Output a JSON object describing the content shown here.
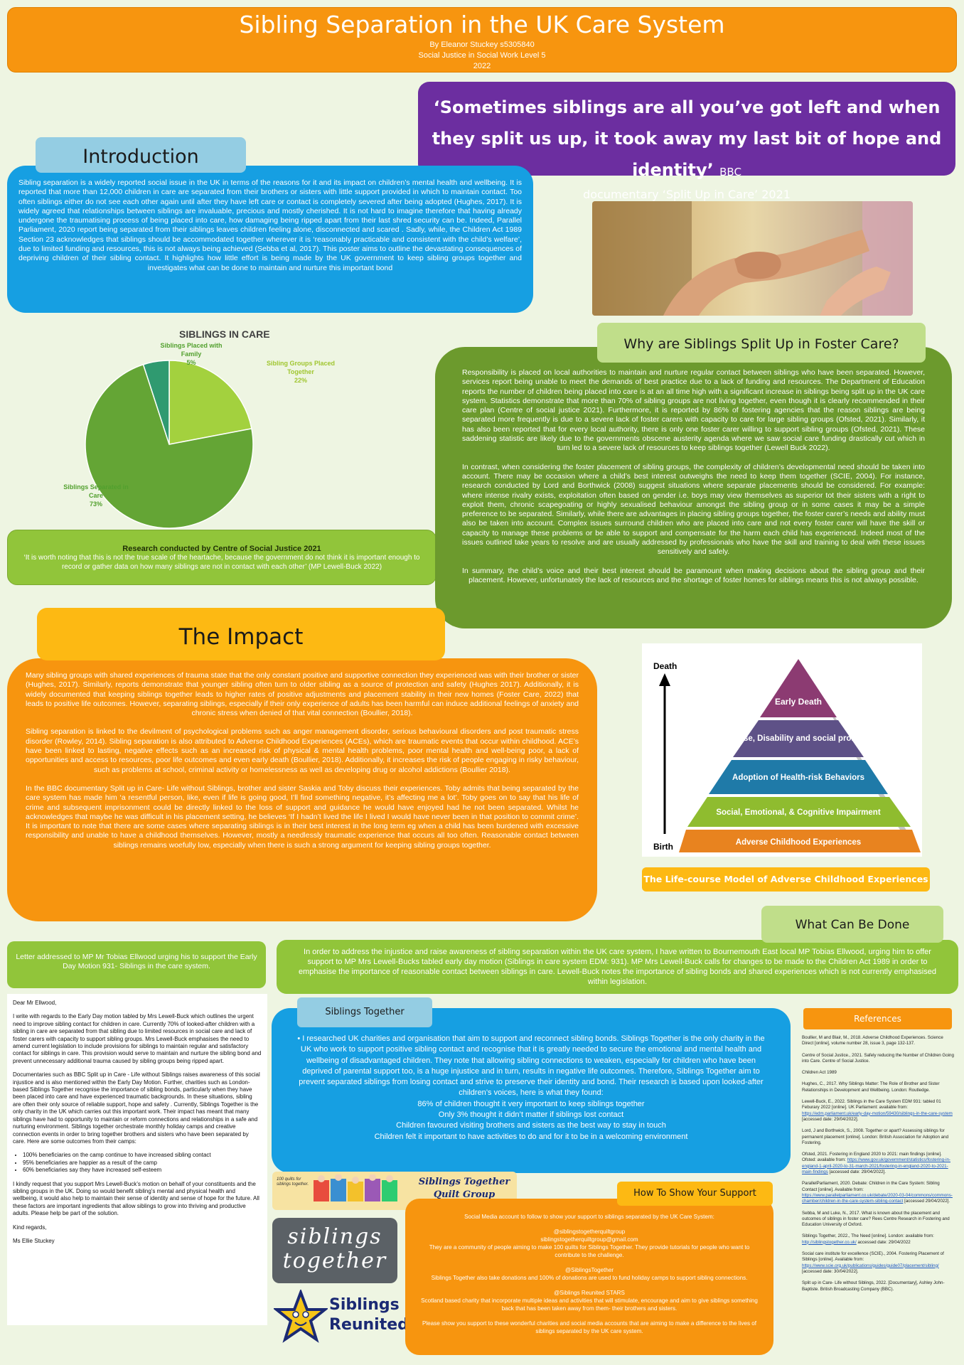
{
  "header": {
    "title": "Sibling Separation in  the UK Care System",
    "author": "By Eleanor Stuckey s5305840",
    "module": "Social Justice in Social Work Level 5",
    "year": "2022"
  },
  "quote": {
    "text": "‘Sometimes siblings are all you’ve got left and when they split us up, it took away my last bit of hope and identity’",
    "source_prefix": "BBC",
    "source": "documentary ‘Split Up in Care’ 2021"
  },
  "introduction": {
    "heading": "Introduction",
    "body": "Sibling separation is a widely reported social issue in the UK in terms of the reasons for it and its impact on children’s mental health and wellbeing.  It is reported that more than 12,000 children in care are separated from their brothers or sisters with little support provided in which to maintain contact. Too often siblings either do not see each other again until after they have left care or contact is completely severed after being adopted (Hughes, 2017).  It is widely agreed that relationships between siblings are invaluable, precious and mostly cherished.  It is not hard to imagine therefore that having already undergone the traumatising process of being placed into care, how damaging being ripped apart from their last shred security can be.  Indeed, Parallel Parliament, 2020 report being separated from their siblings leaves children feeling alone, disconnected and scared .  Sadly, while, the Children Act 1989 Section 23 acknowledges that siblings should be accommodated together wherever it is ‘reasonably practicable and consistent with the child’s welfare’, due to limited funding and resources, this is not always being achieved (Sebba et al, 2017). This poster aims to outline the devastating consequences of depriving children of their sibling contact.  It highlights how little effort is being made by the UK government to keep sibling groups together and investigates what can be done to maintain and nurture this important bond"
  },
  "chart_data": {
    "type": "pie",
    "title": "SIBLINGS IN CARE",
    "labels": [
      "Sibling Groups Placed Together",
      "Siblings Separated in Care",
      "Siblings Placed with Family"
    ],
    "values": [
      22,
      73,
      5
    ],
    "value_labels": [
      "22%",
      "73%",
      "5%"
    ],
    "colors": [
      "#a3d13e",
      "#64a535",
      "#2f9a70"
    ]
  },
  "research": {
    "title": "Research conducted by Centre of Social Justice 2021",
    "quote": "‘It is worth noting that this is not the true scale of the heartache, because the government do not think it is important enough to record or gather data on how many siblings are not in contact with each other’ (MP Lewell-Buck 2022)"
  },
  "why": {
    "heading": "Why are Siblings Split Up in Foster Care?",
    "paragraphs": [
      "Responsibility is placed on local authorities to maintain and nurture regular contact between siblings who have been separated. However, services report being unable to meet the demands of best practice due to a lack of funding and resources.  The Department of Education reports the number of children being placed into care is at an all time high with a significant increase in siblings being split up in the UK care system. Statistics demonstrate that more than 70% of sibling groups are not living together, even though it is clearly recommended in their care plan (Centre of social justice 2021). Furthermore, it is reported by 86% of fostering agencies that the reason siblings are being separated more frequently is due to a severe lack of foster carers with capacity to care for large sibling groups (Ofsted, 2021).  Similarly, it has also been reported that for every local authority, there is only one foster carer willing to support sibling groups (Ofsted, 2021).  These saddening statistic are likely due to the governments obscene austerity agenda where we saw social care funding drastically cut which in turn led to a severe lack of resources to keep siblings together (Lewell Buck 2022).",
      "In contrast, when considering the foster placement of sibling groups, the complexity of children’s developmental need should be taken into account.  There may be occasion where a child’s best interest outweighs the need to keep them together (SCIE, 2004). For instance, research conducted by Lord and Borthwick (2008) suggest situations where separate placements should be considered.  For example: where intense rivalry exists, exploitation often based on gender i.e. boys may view themselves as superior tot their sisters with a right to exploit them, chronic scapegoating or highly sexualised behaviour amongst the sibling group or in some cases it may be a simple preference to be separated.  Similarly, while there are advantages in placing sibling groups together, the foster carer’s needs and ability must also be taken into account.  Complex issues surround children who are placed into care and not every foster carer will have the skill or capacity to manage these problems or be able to support and compensate for the harm each child has experienced.   Indeed most of the issues outlined take years to resolve and are usually addressed by professionals who have the skill and training to deal with these issues sensitively and safely.",
      "In summary, the child’s voice and their best interest should be paramount when making decisions about the sibling group and their placement.  However, unfortunately the lack of resources and the shortage of foster homes for siblings means this is not always possible."
    ]
  },
  "impact": {
    "heading": "The Impact",
    "paragraphs": [
      "Many sibling groups with shared experiences of trauma state that the only constant positive and supportive connection they experienced was with their brother or sister (Hughes, 2017). Similarly, reports demonstrate that younger sibling often turn to older sibling as a source of protection and safety (Hughes 2017).  Additionally, it is widely documented that keeping siblings together leads to higher rates of positive adjustments and placement stability in their new homes (Foster Care, 2022) that leads to positive life outcomes.  However, separating siblings, especially if their only experience of adults has been harmful can induce additional feelings of anxiety and chronic stress when denied of that vital connection (Boullier, 2018).",
      "Sibling separation is linked to the devilment of psychological problems such as anger management disorder, serious behavioural disorders and post traumatic stress disorder (Rowley, 2014). Sibling separation is also attributed to Adverse Childhood Experiences (ACEs), which are traumatic events that occur within childhood.  ACE’s have been linked to lasting, negative effects such as an increased risk of physical & mental health problems, poor mental health and well-being poor, a lack of opportunities and access to resources, poor life outcomes and even early death (Boullier, 2018). Additionally, it increases the risk of people engaging in risky behaviour, such as problems at school, criminal activity or homelessness  as well as developing drug or alcohol addictions (Boullier 2018).",
      "In the BBC documentary Split up in Care- Life without Siblings, brother and sister Saskia and Toby discuss their experiences.  Toby admits that being separated by the care system has made him ‘a resentful person, like, even if life is going good, I’ll find something negative, it’s affecting me a lot’.  Toby goes on to say that his life of crime and subsequent imprisonment could be directly linked to the loss of support and guidance he would have enjoyed had he not been separated.  Whilst he acknowledges that maybe he was difficult in his placement setting, he believes ‘If I hadn’t lived the life I lived I would have never been in that position to commit crime’.  It is important to note that there are some cases where separating siblings is in their best interest in the long term eg when a child has been burdened with excessive responsibility and unable to have a childhood themselves.  However, mostly a needlessly traumatic experience  that occurs all too often.  Reasonable contact between siblings remains woefully low, especially when there is such a strong argument for keeping sibling groups together."
    ]
  },
  "pyramid": {
    "top_label": "Death",
    "bottom_label": "Birth",
    "levels": [
      "Early Death",
      "Disease, Disability and social problems",
      "Adoption of Health-risk Behaviors",
      "Social, Emotional, & Cognitive Impairment",
      "Adverse Childhood Experiences"
    ],
    "colors": [
      "#8c3b72",
      "#5e5187",
      "#1f7aa8",
      "#8fbc2f",
      "#e8831f"
    ],
    "caption": "The Life-course Model of Adverse Childhood Experiences"
  },
  "what_can_be_done": {
    "heading": "What Can Be Done",
    "body": "In order to address the injustice and raise awareness of sibling separation within the UK care system, I have written to Bournemouth East local MP Tobias Ellwood, urging him to offer support to MP Mrs Lewell-Bucks tabled early day motion (Siblings in care system EDM: 931).  MP Mrs Lewell-Buck calls for changes to be made to the Children Act 1989 in order to emphasise the importance of reasonable contact between siblings in care.  Lewell-Buck notes the importance of sibling bonds and shared experiences which is not currently emphasised within legislation."
  },
  "letter": {
    "caption": "Letter addressed to MP Mr Tobias Ellwood urging his to support the Early Day Motion 931- Siblings in the care system.",
    "salutation": "Dear Mr Ellwood,",
    "paragraphs": [
      "I write with regards to the Early Day motion tabled by Mrs Lewell-Buck which outlines the urgent need to improve sibling contact for children in care.  Currently 70% of looked-after children with a sibling in care are  separated from that sibling due to limited resources in social care and lack of foster carers with capacity to support sibling groups.  Mrs Lewell-Buck emphasises the need to amend current legislation to include provisions for siblings to maintain regular and satisfactory contact for siblings in care.  This provision would serve to maintain and nurture the sibling bond and prevent unnecessary additional trauma caused by sibling groups being  ripped apart.",
      "Documentaries such as BBC Split up in Care - Life without Siblings raises awareness of this social injustice and is also mentioned  within the Early Day Motion.  Further,  charities such as London-based Siblings Together recognise the importance of sibling bonds, particularly when they have been placed into care and have experienced traumatic backgrounds.  In these situations,  sibling are often their only source of reliable support, hope and safety .  Currently, Siblings Together is the only charity in the UK which carries out this important work.  Their impact has meant that many siblings have had to opportunity  to maintain or reform connections and relationships in a safe and nurturing environment.  Siblings together orchestrate monthly holiday camps and creative connection events in order to bring together brothers and sisters who have been separated by care. Here are some outcomes from their camps:"
    ],
    "bullets": [
      "100% beneficiaries on the camp continue to have increased sibling contact",
      "95% beneficiaries are happier as a result of the camp",
      "60% beneficiaries say they have increased self-esteem"
    ],
    "closing_paragraph": "I kindly request that you support Mrs Lewell-Buck’s motion on behalf of your constituents and the sibling groups in the UK.  Doing so would benefit sibling’s mental and physical health and wellbeing, it would also help to maintain their sense of identity and sense of hope for the future.  All these factors are important ingredients that allow siblings to grow into thriving and productive adults.  Please help be part of the solution.",
    "signoff": "Kind regards,",
    "signature": "Ms Ellie Stuckey"
  },
  "siblings_together": {
    "heading": "Siblings Together",
    "bullet": "•",
    "lines": [
      "I researched UK charities and organisation that aim to support and reconnect sibling bonds.  Siblings Together is the only charity in the UK who work to support positive sibling contact and recognise that it is greatly needed to secure the emotional and mental health and wellbeing of disadvantaged children.  They note that allowing sibling connections to weaken, especially for children who have been deprived of parental support too, is a huge injustice and in turn, results in negative life outcomes.  Therefore, Siblings Together aim to prevent separated siblings from losing contact and strive to preserve  their identity and bond.  Their research is based upon looked-after children’s voices, here is what they found:",
      "86% of children thought it very important to keep siblings together",
      "Only 3% thought it didn’t matter if siblings lost contact",
      "Children favoured visiting brothers and sisters as the best way to stay in touch",
      "Children felt it important to have activities to do and for it to be in a welcoming environment"
    ]
  },
  "logos": {
    "quilt_left": "100 quilts for siblings together.",
    "quilt_title": "Siblings Together Quilt Group",
    "siblings_together_logo": "siblings together",
    "reunited_line1": "Siblings",
    "reunited_line2": "Reunited"
  },
  "support": {
    "heading": "How To Show Your Support",
    "paragraphs": [
      "Social Media account to follow to show your support to siblings separated by the UK Care System:",
      "@siblingstogetherquiltgroup\nsiblingstogetherquiltgroup@gmail.com\nThey are a community of people aiming to make 100 quilts for Siblings Together. They provide tutorials for people who want to contribute to the challenge.",
      "@SiblingsTogether\nSiblings Together also take donations and 100% of donations are used to fund holiday camps to support sibling connections.",
      "@Siblings Reunited STARS\nScotland based charity that incorporate multiple ideas and activities that will stimulate, encourage and aim to give siblings something back that has been taken away from them- their brothers and sisters.",
      "Please show you support to these wonderful charities and social media accounts that are aiming to make a difference to the lives of siblings separated by the UK care system."
    ]
  },
  "references": {
    "heading": "References",
    "items": [
      {
        "text": "Boullier, M and Blair, M., 2018. Adverse Childhood Experiences. Science Direct [online], volume number 28, issue 3, page 132-137."
      },
      {
        "text": "Centre of Social Justice., 2021. Safely reducing the Number of Children Going into Care. Centre of Social Justice."
      },
      {
        "text": "Children Act 1989"
      },
      {
        "text": "Hughes, C., 2017. Why Siblings Matter: The Role of Brother and Sister Relationships in Development and Wellbeing. London: Routledge."
      },
      {
        "text": "Lewell-Buck, E., 2022. Siblings in the Care System EDM 931: tabled 01 Feburary 2022 [online]. UK Parliament: available from:",
        "link": "https://edm.parliament.uk/early-day-motion/59430/siblings-in-the-care-system",
        "after": "[accessed date: 29/04/2022]."
      },
      {
        "text": "Lord, J and Borthwick, S., 2008. Together or apart? Assessing siblings for permanent placement [online]. London: British Association for Adoption and Fostering."
      },
      {
        "text": "Ofsted, 2021. Fostering in England 2020 to 2021: main findings [online]. Ofsted: available from:",
        "link": "https://www.gov.uk/government/statistics/fostering-in-england-1-april-2020-to-31-march-2021/fostering-in-england-2020-to-2021-main-findings",
        "after": "[accessed date: 29/04/2022]."
      },
      {
        "text": "ParallelParliament, 2020. Debate: Children in the Care System: Sibling Contact [online]. Available from:",
        "link": "https://www.parallelparliament.co.uk/debate/2020-03-04/commons/commons-chamber/children-in-the-care-system-sibling-contact",
        "after": "[accessed 29/04/2022]."
      },
      {
        "text": "Sebba, M and Luke, N., 2017. What is known about the placement and outcomes of siblings in foster care? Rees Centre Research in Fostering and Education University of Oxford."
      },
      {
        "text": "Siblings Together, 2022., The Need [online]. London: available from:",
        "link": "http://siblingstogether.co.uk/",
        "after": "accessed date: 29/04/2022"
      },
      {
        "text": "Social care institute for excellence (SCIE)., 2004. Fostering Placement of Siblings [online]. Available from:",
        "link": "https://www.scie.org.uk/publications/guides/guide07/placement/sibling/",
        "after": "[accessed date: 30/04/2022]."
      },
      {
        "text": "Split up in Care- Life without Siblings, 2022. [Documentary], Ashley John-Baptiste. British Broadcasting Company (BBC)."
      }
    ]
  }
}
